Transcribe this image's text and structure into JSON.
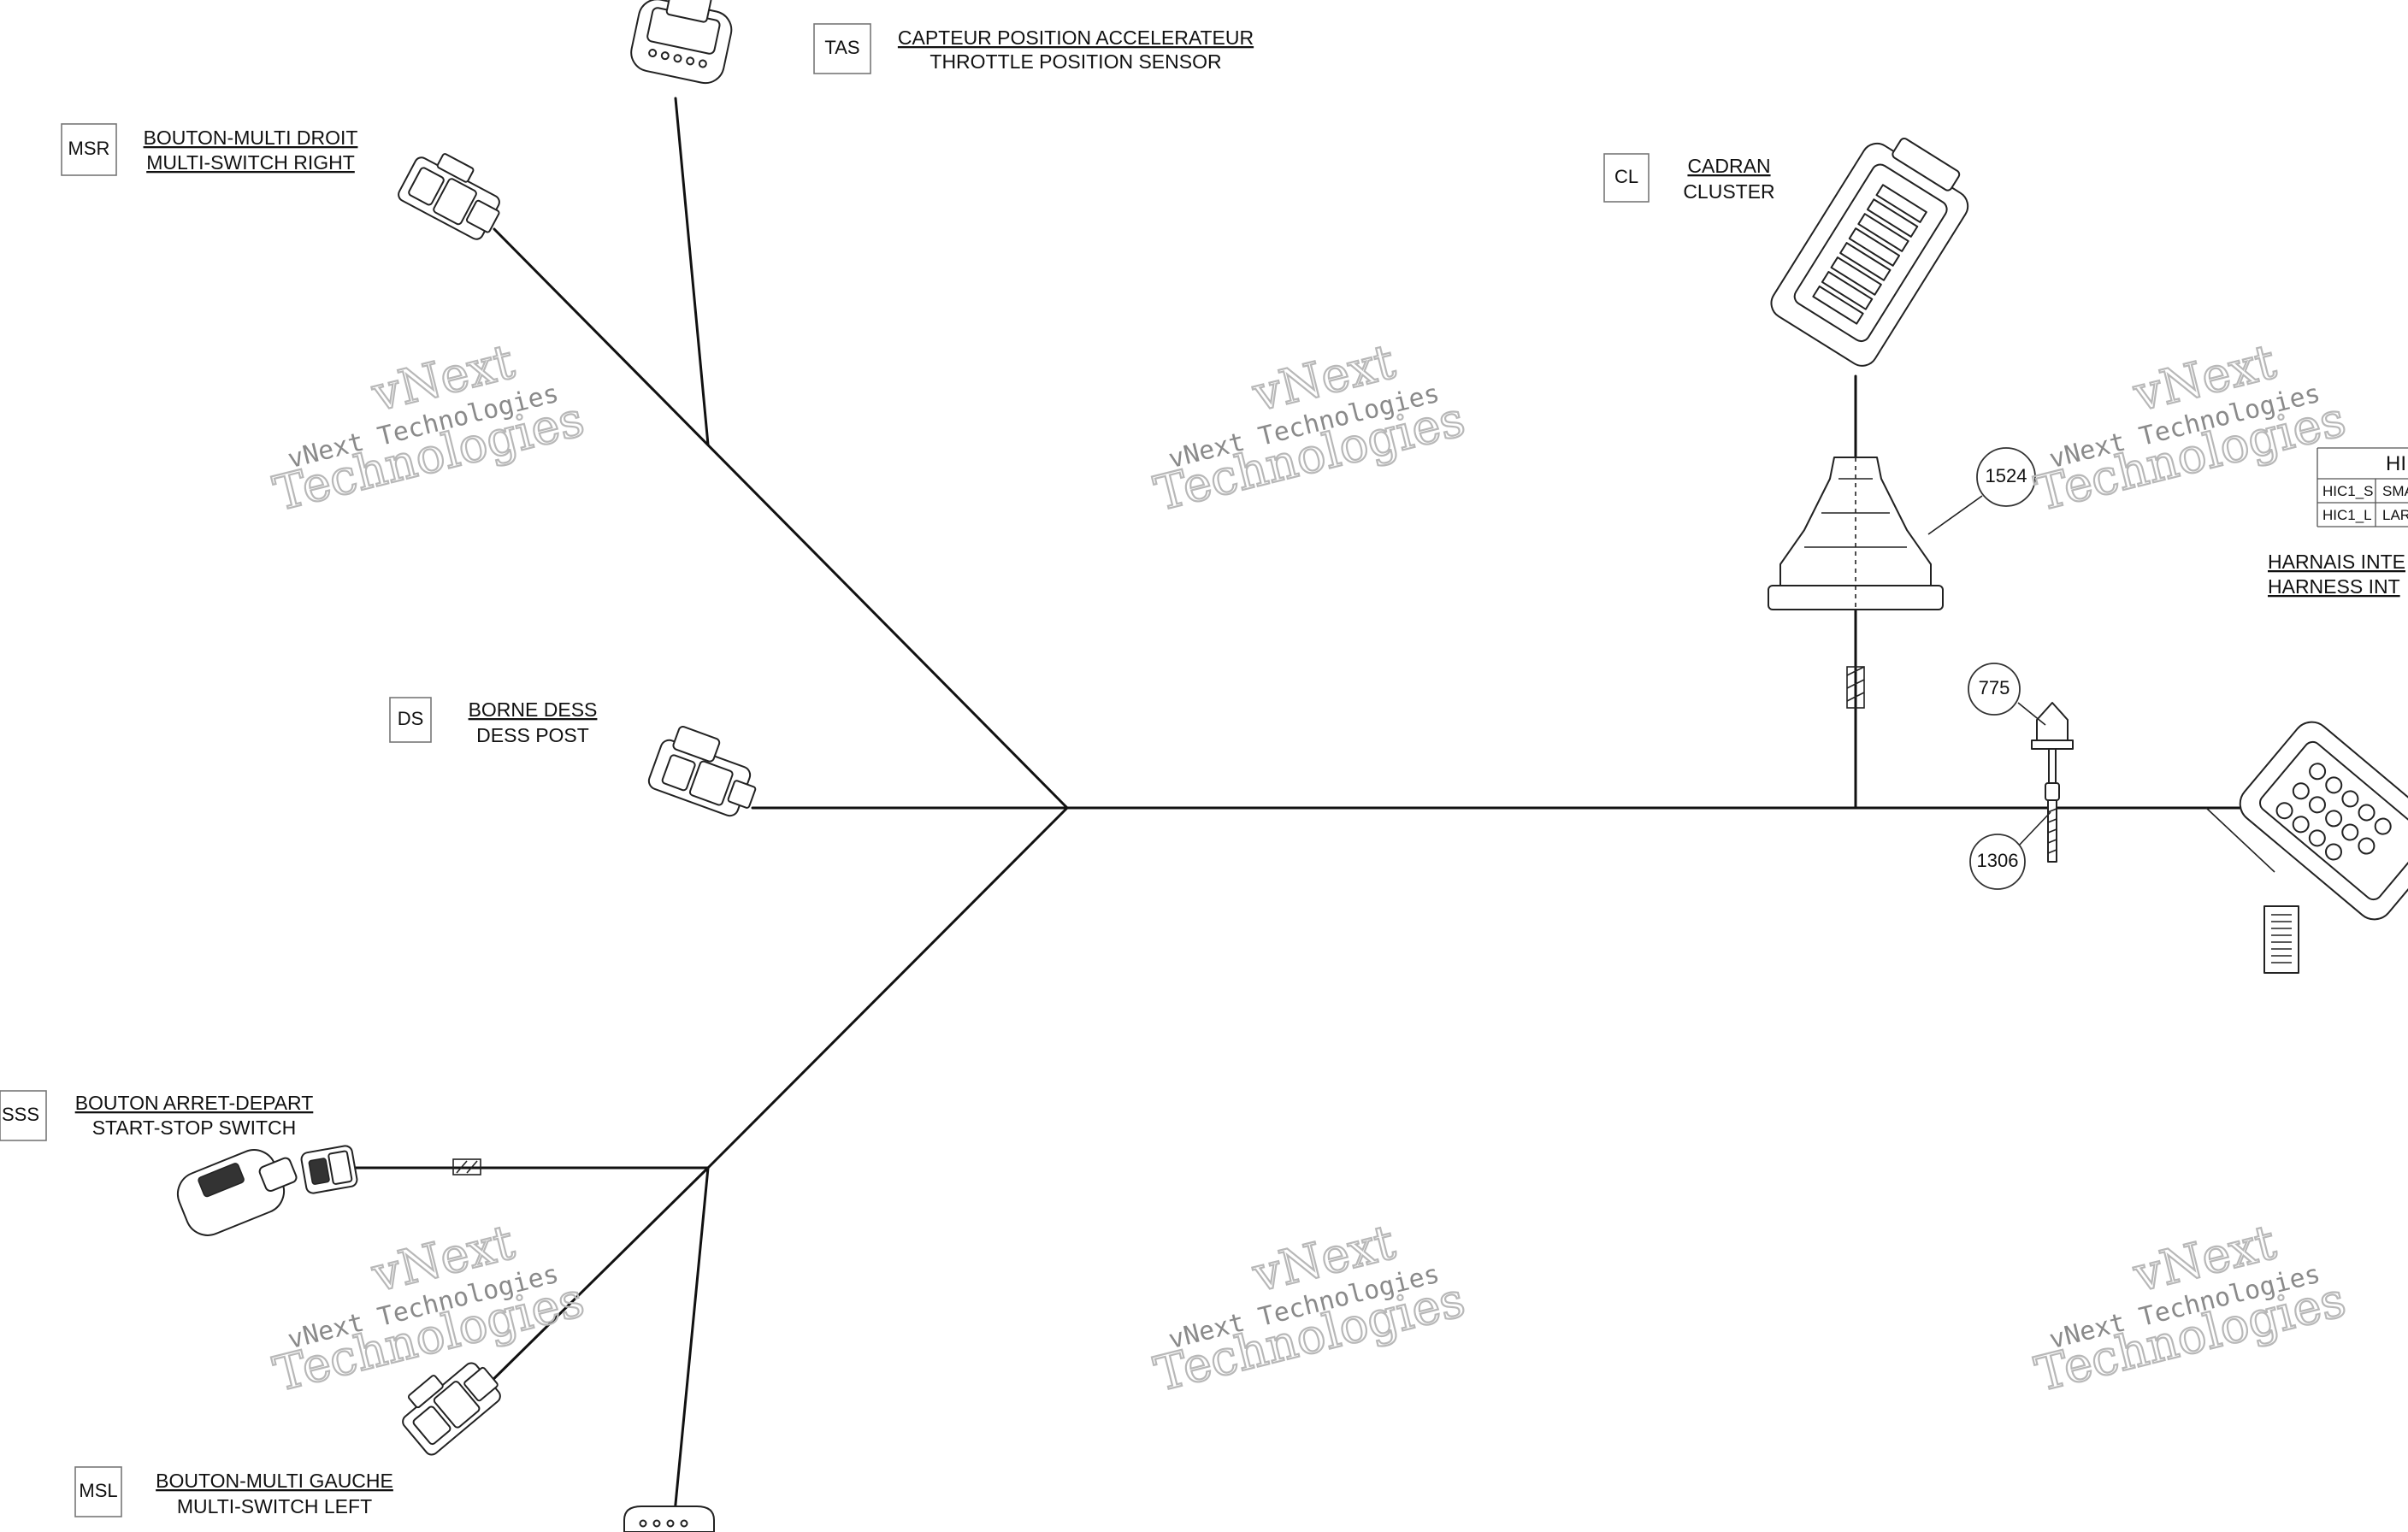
{
  "watermark": {
    "line1": "vNext Technologies",
    "line2": "vNext",
    "line3": "Technologies"
  },
  "components": [
    {
      "code": "TAS",
      "label_fr": "CAPTEUR POSITION ACCELERATEUR",
      "label_en": "THROTTLE POSITION SENSOR"
    },
    {
      "code": "MSR",
      "label_fr": "BOUTON-MULTI DROIT",
      "label_en": "MULTI-SWITCH RIGHT"
    },
    {
      "code": "CL",
      "label_fr": "CADRAN",
      "label_en": "CLUSTER"
    },
    {
      "code": "DS",
      "label_fr": "BORNE DESS",
      "label_en": "DESS POST"
    },
    {
      "code": "SSS",
      "label_fr": "BOUTON ARRET-DEPART",
      "label_en": "START-STOP SWITCH"
    },
    {
      "code": "MSL",
      "label_fr": "BOUTON-MULTI GAUCHE",
      "label_en": "MULTI-SWITCH LEFT"
    }
  ],
  "harness": {
    "label_fr": "HARNAIS INTE",
    "label_en": "HARNESS INT"
  },
  "callouts": [
    "1524",
    "775",
    "1306"
  ],
  "table": {
    "header": "HI",
    "rows": [
      [
        "HIC1_S",
        "SMA"
      ],
      [
        "HIC1_L",
        "LAR"
      ]
    ]
  },
  "colors": {
    "ink": "#111111",
    "watermark": "#b8b8b8"
  }
}
